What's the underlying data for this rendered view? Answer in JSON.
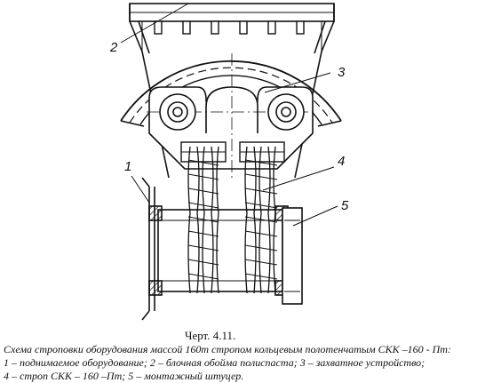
{
  "figure": {
    "labels": {
      "l1": "1",
      "l2": "2",
      "l3": "3",
      "l4": "4",
      "l5": "5"
    }
  },
  "caption": {
    "title": "Черт. 4.11.",
    "line1": "Схема строповки оборудования массой 160т стропом кольцевым полотенчатым СКК –160 - Пт:",
    "line2": "1 – поднимаемое оборудование; 2 – блочная обойма полиспаста; 3 – захватное устройство;",
    "line3": "4 – строп СКК – 160 –Пт; 5 – монтажный штуцер."
  }
}
